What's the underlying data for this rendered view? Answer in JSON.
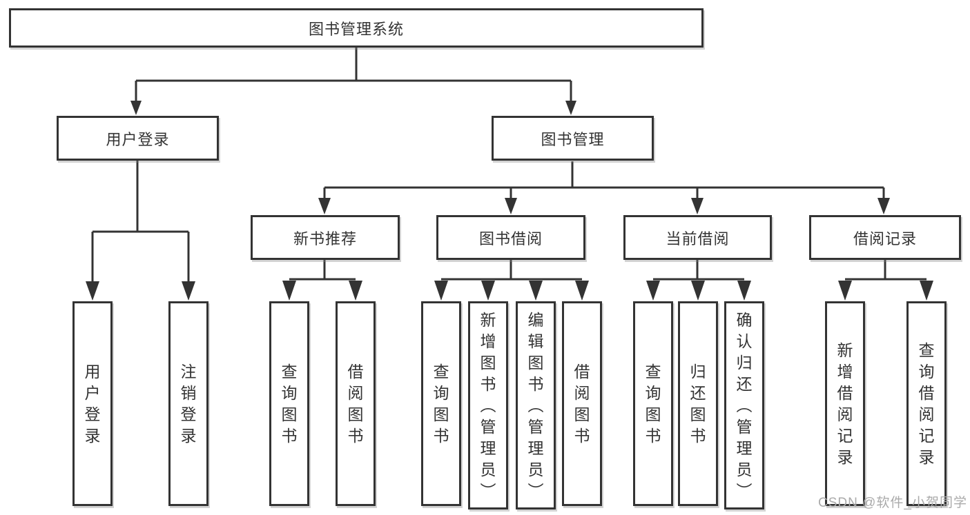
{
  "diagram": {
    "root": "图书管理系统",
    "level2": {
      "user_login": "用户登录",
      "book_management": "图书管理"
    },
    "level3": {
      "new_book_recommend": "新书推荐",
      "book_borrowing": "图书借阅",
      "current_borrowing": "当前借阅",
      "borrowing_records": "借阅记录"
    },
    "leaves": {
      "user_login": "用户登录",
      "logout": "注销登录",
      "rec_query_books": "查询图书",
      "rec_borrow_books": "借阅图书",
      "bb_query_books": "查询图书",
      "bb_add_books": "新增图书（管理员）",
      "bb_edit_books": "编辑图书（管理员）",
      "bb_borrow_books": "借阅图书",
      "cb_query_books": "查询图书",
      "cb_return_books": "归还图书",
      "cb_confirm_return": "确认归还（管理员）",
      "br_add_record": "新增借阅记录",
      "br_query_record": "查询借阅记录"
    }
  },
  "watermark": "CSDN @软件_小贺同学",
  "colors": {
    "line": "#333333",
    "text": "#333333",
    "watermark": "#aaaaaa",
    "background": "#ffffff"
  }
}
